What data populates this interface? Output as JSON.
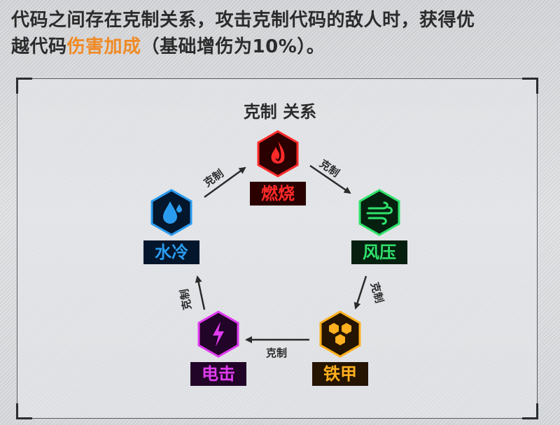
{
  "intro": {
    "line1": "代码之间存在克制关系，攻击克制代码的敌人时，获得优",
    "line2_prefix": "越代码",
    "line2_highlight": "伤害加成",
    "line2_suffix": "（基础增伤为10%）。",
    "highlight_color": "#f08a24"
  },
  "diagram": {
    "title": "克制 关系",
    "relation_label": "克制",
    "nodes": [
      {
        "id": "burn",
        "label": "燃烧",
        "icon": "flame-icon",
        "color": "#ff2a2a",
        "bg": "#2a0000"
      },
      {
        "id": "wind",
        "label": "风压",
        "icon": "wind-icon",
        "color": "#2fe36b",
        "bg": "#062010"
      },
      {
        "id": "armor",
        "label": "铁甲",
        "icon": "honeycomb-icon",
        "color": "#ffb020",
        "bg": "#241400"
      },
      {
        "id": "shock",
        "label": "电击",
        "icon": "lightning-icon",
        "color": "#e03cf0",
        "bg": "#220428"
      },
      {
        "id": "cold",
        "label": "水冷",
        "icon": "water-drop-icon",
        "color": "#2a9cf0",
        "bg": "#04162c"
      }
    ],
    "edges": [
      {
        "from": "cold",
        "to": "burn",
        "label": "克制"
      },
      {
        "from": "burn",
        "to": "wind",
        "label": "克制"
      },
      {
        "from": "wind",
        "to": "armor",
        "label": "克制"
      },
      {
        "from": "armor",
        "to": "shock",
        "label": "克制"
      },
      {
        "from": "shock",
        "to": "cold",
        "label": "克制"
      }
    ]
  }
}
